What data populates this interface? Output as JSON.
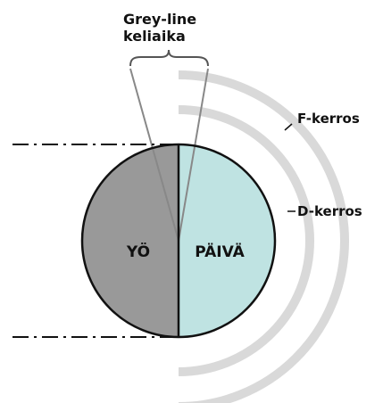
{
  "labels": {
    "grey_line_1": "Grey-line",
    "grey_line_2": "keliaika",
    "f_layer": "F-kerros",
    "d_layer": "D-kerros",
    "night": "YÖ",
    "day": "PÄIVÄ"
  },
  "colors": {
    "night_fill": "#999999",
    "day_fill": "#bfe3e2",
    "outline": "#111111",
    "layer_rings": "#d9d9d9",
    "text": "#111111"
  }
}
